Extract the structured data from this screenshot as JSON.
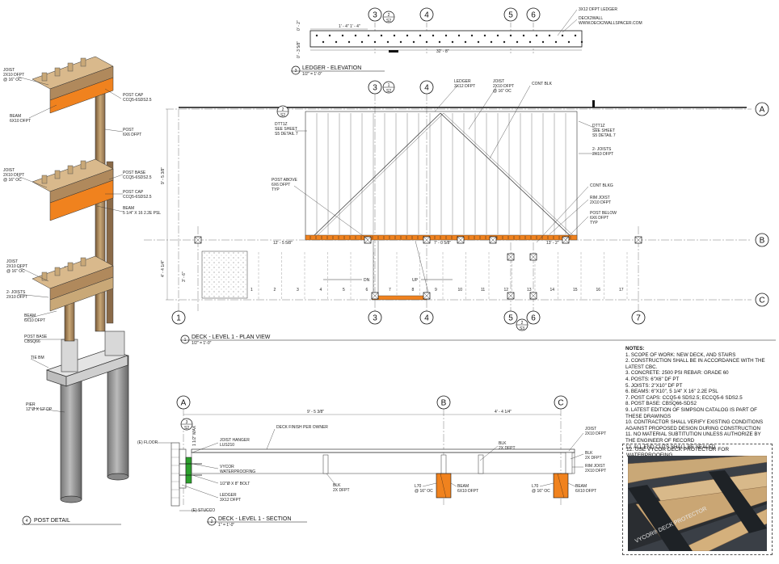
{
  "ledger_elevation": {
    "title": "LEDGER - ELEVATION",
    "scale": "1/2\" = 1'-0\"",
    "view_number": "3",
    "grid_labels": [
      "3",
      "4",
      "5",
      "6"
    ],
    "ref": {
      "num": "2",
      "sheet": "S2"
    },
    "dims": [
      "1' - 4\"",
      "1' - 4\"",
      "32' - 8\""
    ],
    "vert_dims": [
      "0' - 2\"",
      "0' - 3 5/8\""
    ],
    "notes": [
      "3X12 DFPT LEDGER",
      "DECK2WALL",
      "WWW.DECK2WALLSPACER.COM"
    ]
  },
  "plan_view": {
    "title": "DECK - LEVEL 1 - PLAN VIEW",
    "scale": "1/2\" = 1'-0\"",
    "view_number": "1",
    "grid_rows": [
      "A",
      "B",
      "C"
    ],
    "grid_cols_bottom": [
      "1",
      "2",
      "3",
      "4",
      "5",
      "6",
      "7"
    ],
    "grid_cols_top": [
      "3",
      "4"
    ],
    "refs": [
      {
        "num": "2",
        "sheet": "S2"
      },
      {
        "num": "1",
        "sheet": "S2"
      },
      {
        "num": "2",
        "sheet": "S3"
      }
    ],
    "dims": [
      "12' - 5 5/8\"",
      "7' - 0 5/8\"",
      "13' - 2\"",
      "9' - 5 3/8\"",
      "4' - 4 1/4\"",
      "3' - 6\""
    ],
    "stair_numbers": [
      "1",
      "2",
      "3",
      "4",
      "5",
      "6",
      "7",
      "8",
      "9",
      "10",
      "11",
      "12",
      "13",
      "14",
      "15",
      "16",
      "17"
    ],
    "dn_label": "DN",
    "up_label": "UP",
    "callouts": {
      "ledger": "LEDGER\n3X12 DFPT",
      "joist": "JOIST\n2X10 DFPT\n@ 16\" OC",
      "cont_blk": "CONT BLK",
      "dtt1": "DTT1Z\nSEE SHEET\nS5 DETAIL 7",
      "dtt2": "DTT1Z\nSEE SHEET\nS5 DETAIL 7",
      "joists2": "2- JOISTS\n2X10 DFPT",
      "post_above": "POST ABOVE\n6X6 DFPT\nTYP",
      "cont_blkg": "CONT BLKG",
      "rim_joist": "RIM JOIST\n2X10 DFPT",
      "post_below": "POST BELOW\n6X6 DFPT\nTYP"
    }
  },
  "section": {
    "title": "DECK - LEVEL 1 - SECTION",
    "scale": "1\" = 1'-0\"",
    "view_number": "2",
    "grid_labels": [
      "A",
      "B",
      "C"
    ],
    "ref": {
      "num": "3",
      "sheet": "S2"
    },
    "dims": [
      "9' - 5 3/8\"",
      "4' - 4 1/4\"",
      "1 1/2\" MAX"
    ],
    "callouts": {
      "floor": "(E) FLOOR",
      "hanger": "JOIST HANGER\nLUS210",
      "finish": "DECK FINISH PER OWNER",
      "blk1": "BLK\n2X DFPT",
      "blk2": "BLK\n2X DFPT",
      "blk3": "BLK\n2X DFPT",
      "joist": "JOIST\n2X10 DFPT",
      "rim": "RIM JOIST\n2X10 DFPT",
      "vycor": "VYCOR\nWATERPROOFING",
      "bolt": "1/2\"Ø X 8\" BOLT",
      "ledger": "LEDGER\n3X12 DFPT",
      "stucco": "(E) STUCCO",
      "l70a": "L70\n@ 16\" OC",
      "l70b": "L70\n@ 16\" OC",
      "beam1": "BEAM\n6X10 DFPT",
      "beam2": "BEAM\n6X10 DFPT"
    }
  },
  "post_detail": {
    "title": "POST DETAIL",
    "view_number": "4",
    "callouts": {
      "joist1": "JOIST\n2X10 DFPT\n@ 16\" OC",
      "postcap1": "POST CAP\nCCQ5-6SDS2.5",
      "beam1": "BEAM\n6X10 DFPT",
      "post": "POST\n6X6 DFPT",
      "joist2": "JOIST\n2X10 DFPT\n@ 16\" OC",
      "postbase1": "POST BASE\nCCQ5-6SDS2.5",
      "postcap2": "POST CAP\nCCQ5-6SDS2.5",
      "beam2": "BEAM\n5 1/4\" X 16 2.2E PSL",
      "joist3": "JOIST\n2X10 DFPT\n@ 16\" OC",
      "joists2": "2- JOISTS\n2X10 DFPT",
      "beam3": "BEAM\n6X10 DFPT",
      "postbase2": "POST BASE\nCBSQ66",
      "tiebm": "TIE BM",
      "pier": "PIER\n12\"Ø X 12' DP"
    }
  },
  "notes": {
    "heading": "NOTES:",
    "items": [
      "1. SCOPE OF WORK: NEW DECK, AND STAIRS",
      "2. CONSTRUCTION SHALL BE IN ACCORDANCE WITH THE LATEST CBC.",
      "3. CONCRETE: 2500 PSI REBAR: GRADE 60",
      "4. POSTS: 6\"X6\" DF PT",
      "5. JOISTS: 2\"X10\" DF PT",
      "6. BEAMS: 6\"X10\", 5 1/4\" X 16\" 2.2E PSL",
      "7. POST CAPS: CCQ5-6 SDS2.5; ECCQ5-6 SDS2.5",
      "8. POST BASE: CBSQ66-SDS2",
      "9. LATEST EDITION OF SIMPSON CATALOG IS PART OF THESE DRAWINGS",
      "10. CONTRACTOR SHALL VERIFY EXISTING CONDITIONS AGAINST PROPOSED DESIGN DURING CONSTRUCTION",
      "11. NO MATERIAL SUBTITUTION UNLESS AUTHORIZE BY THE ENGINEER OF RECORD",
      "12. ALL END CUTS SHALL BE SEALED"
    ]
  },
  "photo": {
    "caption": "12. USE VYCOR DECK PROTECTOR FOR WATERPROOFING",
    "tape_text": "VYCOR® DECK PROTECTOR"
  },
  "colors": {
    "line": "#111111",
    "beam_orange": "#f0821e",
    "vycor_green": "#2ca02c",
    "wood": "#c9a877",
    "concrete": "#d2d2d2"
  }
}
